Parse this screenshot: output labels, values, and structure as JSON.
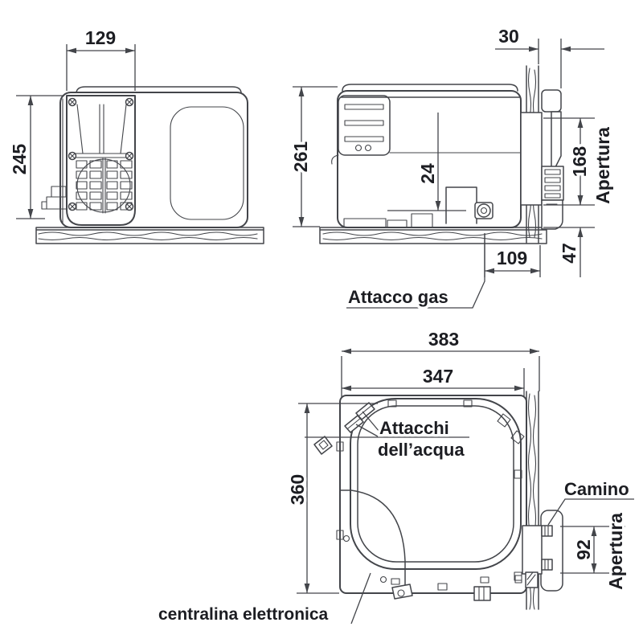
{
  "drawing": {
    "type": "technical-installation-drawing",
    "front_view": {
      "width": "129",
      "height": "245"
    },
    "side_view": {
      "height": "261",
      "gas_height": "24",
      "wall_offset": "30",
      "aperture_height": "168",
      "aperture_label": "Apertura",
      "gas_to_wall": "109",
      "floor_gap": "47",
      "gas_label": "Attacco gas"
    },
    "top_view": {
      "overall_width": "383",
      "body_width": "347",
      "depth": "360",
      "aperture_width": "92",
      "aperture_label": "Apertura",
      "chimney_label": "Camino",
      "water_label_line1": "Attacchi",
      "water_label_line2": "dell’acqua",
      "control_label": "centralina elettronica"
    },
    "colors": {
      "line": "#43454a",
      "text": "#1c1d22",
      "background": "#ffffff"
    }
  }
}
